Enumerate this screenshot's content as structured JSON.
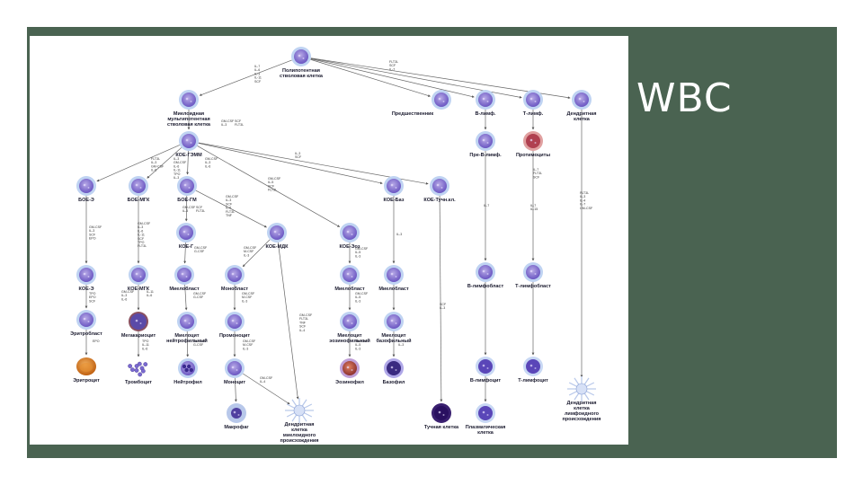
{
  "slide": {
    "title": "WBC",
    "background": "#4a6351"
  },
  "diagram": {
    "cells": [
      {
        "id": "hsc",
        "label": "Полипотентная стволовая клетка",
        "kind": "blast"
      },
      {
        "id": "cmp",
        "label": "Миелоидная мультипотентная стволовая клетка",
        "kind": "blast"
      },
      {
        "id": "cfugemm",
        "label": "КОЕ-ГЭММ",
        "kind": "blast"
      },
      {
        "id": "cfue",
        "label": "БОЕ-Э",
        "kind": "blast"
      },
      {
        "id": "cfumeg",
        "label": "БОЕ-МГК",
        "kind": "blast"
      },
      {
        "id": "cfugm",
        "label": "БОЕ-ГМ",
        "kind": "blast"
      },
      {
        "id": "cfubaso",
        "label": "КОЕ-Баз",
        "kind": "blast"
      },
      {
        "id": "cfumast",
        "label": "КОЕ-Тучн.кл.",
        "kind": "blast"
      },
      {
        "id": "cfug",
        "label": "КОЕ-Г",
        "kind": "blast"
      },
      {
        "id": "cfum",
        "label": "КОЕ-МДК",
        "kind": "blast"
      },
      {
        "id": "cfueo",
        "label": "КОЕ-Эоз",
        "kind": "blast"
      },
      {
        "id": "cfue2",
        "label": "КОЕ-Э",
        "kind": "blast"
      },
      {
        "id": "cfumeg2",
        "label": "КОЕ-МГК",
        "kind": "blast"
      },
      {
        "id": "myeloblast",
        "label": "Миелобласт",
        "kind": "blast"
      },
      {
        "id": "monoblast",
        "label": "Монобласт",
        "kind": "blast"
      },
      {
        "id": "myeloblast2",
        "label": "Миелобласт",
        "kind": "blast"
      },
      {
        "id": "myeloblast3",
        "label": "Миелобласт",
        "kind": "blast"
      },
      {
        "id": "erythroblast",
        "label": "Эритробласт",
        "kind": "blast"
      },
      {
        "id": "megakaryocyte",
        "label": "Мегакариоцит",
        "kind": "mega"
      },
      {
        "id": "neutmyelocyte",
        "label": "Миелоцит нейтрофильный",
        "kind": "blast"
      },
      {
        "id": "promonocyte",
        "label": "Промоноцит",
        "kind": "blast"
      },
      {
        "id": "eosmyelocyte",
        "label": "Миелоцит эозинофильный",
        "kind": "blast"
      },
      {
        "id": "basomyelocyte",
        "label": "Миелоцит базофильный",
        "kind": "blast"
      },
      {
        "id": "erythrocyte",
        "label": "Эритроцит",
        "kind": "rbc"
      },
      {
        "id": "platelet",
        "label": "Тромбоцит",
        "kind": "platelet"
      },
      {
        "id": "neutrophil",
        "label": "Нейтрофил",
        "kind": "seg"
      },
      {
        "id": "monocyte",
        "label": "Моноцит",
        "kind": "blast"
      },
      {
        "id": "eosinophil",
        "label": "Эозинофил",
        "kind": "eos"
      },
      {
        "id": "basophil",
        "label": "Базофил",
        "kind": "baso"
      },
      {
        "id": "macrophage",
        "label": "Макрофаг",
        "kind": "macro"
      },
      {
        "id": "myeloid_dc",
        "label": "Дендритная клетка миелоидного происхождения",
        "kind": "dc"
      },
      {
        "id": "mastcell",
        "label": "Тучная клетка",
        "kind": "dark"
      },
      {
        "id": "lymprog",
        "label": "Предшественник",
        "kind": "blast"
      },
      {
        "id": "blymph",
        "label": "В-лимф.",
        "kind": "blast"
      },
      {
        "id": "tlymph",
        "label": "Т-лимф.",
        "kind": "blast"
      },
      {
        "id": "dcprog",
        "label": "Дендритная клетка",
        "kind": "blast"
      },
      {
        "id": "preb",
        "label": "Пре-В-лимф.",
        "kind": "blast"
      },
      {
        "id": "prothymocyte",
        "label": "Протимоциты",
        "kind": "thymo"
      },
      {
        "id": "blymphoblast",
        "label": "В-лимфобласт",
        "kind": "blast"
      },
      {
        "id": "tlymphoblast",
        "label": "Т-лимфобласт",
        "kind": "blast"
      },
      {
        "id": "blymphocyte",
        "label": "В-лимфоцит",
        "kind": "lymph"
      },
      {
        "id": "tlymphocyte",
        "label": "Т-лимфоцит",
        "kind": "lymph"
      },
      {
        "id": "plasmacell",
        "label": "Плазматическая клетка",
        "kind": "lymph"
      },
      {
        "id": "lymph_dc",
        "label": "Дендритная клетка лимфоидного происхождения",
        "kind": "dc"
      }
    ],
    "edges": [
      [
        "hsc",
        "cmp"
      ],
      [
        "hsc",
        "lymprog"
      ],
      [
        "hsc",
        "blymph"
      ],
      [
        "hsc",
        "tlymph"
      ],
      [
        "hsc",
        "dcprog"
      ],
      [
        "cmp",
        "cfugemm"
      ],
      [
        "cfugemm",
        "cfue"
      ],
      [
        "cfugemm",
        "cfumeg"
      ],
      [
        "cfugemm",
        "cfugm"
      ],
      [
        "cfugemm",
        "cfueo"
      ],
      [
        "cfugemm",
        "cfubaso"
      ],
      [
        "cfugemm",
        "cfumast"
      ],
      [
        "cfugm",
        "cfug"
      ],
      [
        "cfugm",
        "cfum"
      ],
      [
        "cfue",
        "cfue2"
      ],
      [
        "cfumeg",
        "cfumeg2"
      ],
      [
        "cfug",
        "myeloblast"
      ],
      [
        "cfum",
        "monoblast"
      ],
      [
        "cfueo",
        "myeloblast2"
      ],
      [
        "cfubaso",
        "myeloblast3"
      ],
      [
        "cfue2",
        "erythroblast"
      ],
      [
        "cfumeg2",
        "megakaryocyte"
      ],
      [
        "myeloblast",
        "neutmyelocyte"
      ],
      [
        "monoblast",
        "promonocyte"
      ],
      [
        "myeloblast2",
        "eosmyelocyte"
      ],
      [
        "myeloblast3",
        "basomyelocyte"
      ],
      [
        "erythroblast",
        "erythrocyte"
      ],
      [
        "megakaryocyte",
        "platelet"
      ],
      [
        "neutmyelocyte",
        "neutrophil"
      ],
      [
        "promonocyte",
        "monocyte"
      ],
      [
        "eosmyelocyte",
        "eosinophil"
      ],
      [
        "basomyelocyte",
        "basophil"
      ],
      [
        "monocyte",
        "macrophage"
      ],
      [
        "monocyte",
        "myeloid_dc"
      ],
      [
        "cfum",
        "myeloid_dc"
      ],
      [
        "cfumast",
        "mastcell"
      ],
      [
        "blymph",
        "preb"
      ],
      [
        "tlymph",
        "prothymocyte"
      ],
      [
        "preb",
        "blymphoblast"
      ],
      [
        "prothymocyte",
        "tlymphoblast"
      ],
      [
        "blymphoblast",
        "blymphocyte"
      ],
      [
        "tlymphoblast",
        "tlymphocyte"
      ],
      [
        "blymphocyte",
        "plasmacell"
      ],
      [
        "dcprog",
        "lymph_dc"
      ]
    ],
    "cytokines": [
      {
        "near": "hsc-left",
        "lines": [
          "IL-7",
          "IL-6",
          "IL-3",
          "IL-11",
          "SCF"
        ]
      },
      {
        "near": "hsc-right",
        "lines": [
          "FLT3L",
          "SCF",
          "IL-7"
        ]
      },
      {
        "near": "cmp",
        "lines": [
          "GM-CSF",
          "IL-3"
        ]
      },
      {
        "near": "cmp-right",
        "lines": [
          "SCF",
          "FLT3L"
        ]
      },
      {
        "near": "gemm-1",
        "lines": [
          "FLT3L",
          "IL-3",
          "GM-CSF",
          "IL-6"
        ]
      },
      {
        "near": "gemm-2",
        "lines": [
          "IL-3",
          "GM-CSF",
          "IL-6",
          "IL-11",
          "TPO",
          "IL-3"
        ]
      },
      {
        "near": "gemm-3",
        "lines": [
          "GM-CSF",
          "IL-3",
          "IL-6"
        ]
      },
      {
        "near": "gemm-4",
        "lines": [
          "GM-CSF",
          "IL-5",
          "SCF",
          "FLT3L"
        ]
      },
      {
        "near": "gemm-5",
        "lines": [
          "IL-3",
          "SCF"
        ]
      },
      {
        "near": "gm-1",
        "lines": [
          "GM-CSF",
          "IL-3",
          "SCF",
          "IL-6",
          "FLT3L",
          "TNF"
        ]
      },
      {
        "near": "gm-2",
        "lines": [
          "GM-CSF",
          "IL-3"
        ]
      },
      {
        "near": "gm-3",
        "lines": [
          "SCF",
          "FLT3L"
        ]
      },
      {
        "near": "e-1",
        "lines": [
          "GM-CSF",
          "IL-3",
          "SCF",
          "EPO"
        ]
      },
      {
        "near": "meg-1",
        "lines": [
          "GM-CSF",
          "IL-3",
          "IL-6",
          "IL-11",
          "SCF",
          "TPO",
          "FLT3L"
        ]
      },
      {
        "near": "g-1",
        "lines": [
          "GM-CSF",
          "G-CSF"
        ]
      },
      {
        "near": "m-1",
        "lines": [
          "GM-CSF",
          "M-CSF",
          "IL-3"
        ]
      },
      {
        "near": "eo-1",
        "lines": [
          "GM-CSF",
          "IL-5",
          "IL-3"
        ]
      },
      {
        "near": "ba-1",
        "lines": [
          "IL-3"
        ]
      },
      {
        "near": "e-2",
        "lines": [
          "TPO",
          "EPO",
          "SCF"
        ]
      },
      {
        "near": "meg-2",
        "lines": [
          "GM-CSF",
          "IL-3",
          "IL-6"
        ]
      },
      {
        "near": "meg-3",
        "lines": [
          "IL-11",
          "IL-6"
        ]
      },
      {
        "near": "g-2",
        "lines": [
          "GM-CSF",
          "G-CSF"
        ]
      },
      {
        "near": "m-2",
        "lines": [
          "GM-CSF",
          "M-CSF",
          "IL-3"
        ]
      },
      {
        "near": "eo-2",
        "lines": [
          "GM-CSF",
          "IL-5",
          "IL-3"
        ]
      },
      {
        "near": "e-3",
        "lines": [
          "EPO"
        ]
      },
      {
        "near": "meg-4",
        "lines": [
          "TPO",
          "IL-11",
          "IL-6"
        ]
      },
      {
        "near": "g-3",
        "lines": [
          "GM-CSF",
          "G-CSF"
        ]
      },
      {
        "near": "m-3",
        "lines": [
          "GM-CSF",
          "M-CSF",
          "IL-3"
        ]
      },
      {
        "near": "eo-3",
        "lines": [
          "GM-CSF",
          "IL-5",
          "IL-3"
        ]
      },
      {
        "near": "ba-2",
        "lines": [
          "IL-3"
        ]
      },
      {
        "near": "m-4",
        "lines": [
          "GM-CSF",
          "IL-4"
        ]
      },
      {
        "near": "mdc",
        "lines": [
          "GM-CSF",
          "FLT3L",
          "TNF",
          "SCF",
          "IL-4"
        ]
      },
      {
        "near": "mast",
        "lines": [
          "SCF",
          "IL-3"
        ]
      },
      {
        "near": "b-1",
        "lines": [
          "IL-7"
        ]
      },
      {
        "near": "t-1",
        "lines": [
          "IL-7",
          "IL-15"
        ]
      },
      {
        "near": "dc-1",
        "lines": [
          "FLT3L",
          "IL-3",
          "IL-4",
          "IL-7",
          "GM-CSF"
        ]
      },
      {
        "near": "t-2",
        "lines": [
          "IL-7",
          "FLT3L",
          "SCF"
        ]
      }
    ]
  }
}
